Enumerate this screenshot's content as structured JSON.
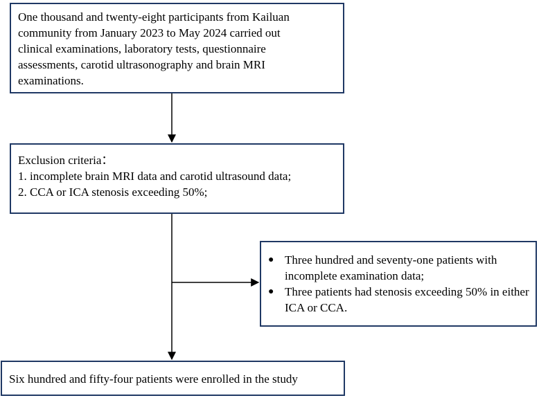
{
  "top_box": {
    "lines": [
      "One thousand and twenty-eight participants from Kailuan",
      "community from January 2023 to May 2024 carried out",
      "clinical examinations, laboratory tests, questionnaire",
      "assessments, carotid ultrasonography and brain MRI",
      "examinations."
    ]
  },
  "exclusion_box": {
    "title": "Exclusion criteria：",
    "items": [
      "1. incomplete brain MRI data and carotid ultrasound data;",
      "2. CCA or ICA stenosis exceeding 50%;"
    ]
  },
  "excluded_box": {
    "bullet_glyph": "●",
    "items": [
      "Three hundred and seventy-one patients with incomplete examination data;",
      "Three patients had stenosis exceeding 50% in either ICA or CCA."
    ]
  },
  "final_box": {
    "text": "Six hundred and fifty-four patients were enrolled in the study"
  },
  "colors": {
    "box_border": "#1f3864",
    "arrow": "#000000"
  }
}
